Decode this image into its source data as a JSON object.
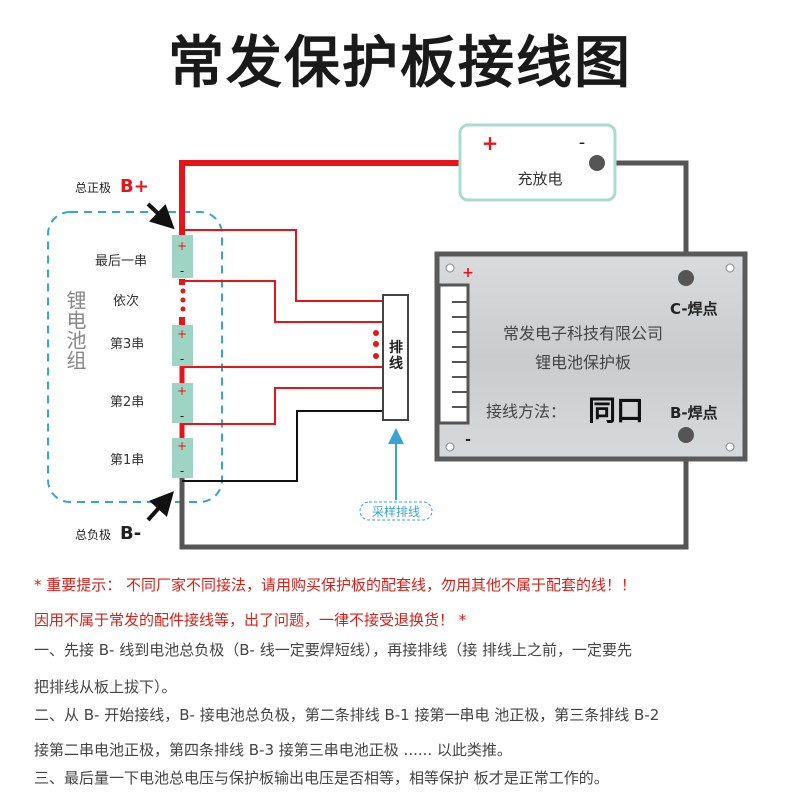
{
  "title": "常发保护板接线图",
  "charger": {
    "plus": "+",
    "minus": "-",
    "label": "充放电"
  },
  "board": {
    "plus": "+",
    "minus": "-",
    "company": "常发电子科技有限公司",
    "product": "锂电池保护板",
    "method_label": "接线方法：",
    "method_value": "同口",
    "c_point": "C-焊点",
    "b_point": "B-焊点"
  },
  "battery_pack": {
    "label": "锂电池组",
    "total_pos_label": "总正极",
    "total_pos": "B+",
    "total_neg_label": "总负极",
    "total_neg": "B-",
    "cells": [
      {
        "label": "最后一串"
      },
      {
        "label": "依次"
      },
      {
        "label": "第3串"
      },
      {
        "label": "第2串"
      },
      {
        "label": "第1串"
      }
    ],
    "cell_plus": "+",
    "cell_minus": "-"
  },
  "connector": {
    "label_1": "排",
    "label_2": "线",
    "caption": "采样排线"
  },
  "notes": [
    "* 重要提示： 不同厂家不同接法，请用购买保护板的配套线，勿用其他不属于配套的线！！",
    "因用不属于常发的配件接线等，出了问题，一律不接受退换货！ *",
    "一、先接 B- 线到电池总负极（B- 线一定要焊短线），再接排线（接 排线上之前，一定要先",
    "把排线从板上拔下）。",
    "二、从 B- 开始接线，B- 接电池总负极，第二条排线 B-1 接第一串电 池正极，第三条排线 B-2",
    "接第二串电池正极，第四条排线 B-3 接第三串电池正极 ...... 以此类推。",
    "三、最后量一下电池总电压与保护板输出电压是否相等，相等保护 板才是正常工作的。"
  ],
  "colors": {
    "red": "#e8141a",
    "wire_dark": "#555555",
    "cell": "#9fd4c4",
    "dash_blue": "#3aa3d6",
    "board_border": "#5a5a5a",
    "board_fill": "#d4d6d8"
  }
}
